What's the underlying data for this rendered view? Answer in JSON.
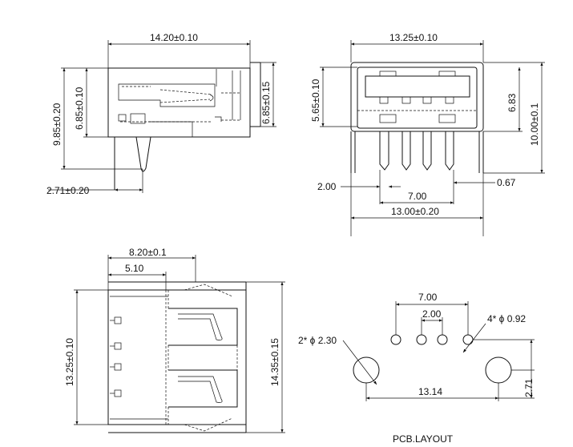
{
  "labels": {
    "side_width": "14.20±0.10",
    "side_total_height": "9.85±0.20",
    "side_body_height_left": "6.85±0.10",
    "side_body_height_right": "6.85±0.15",
    "side_pin_offset": "2.71±0.20",
    "front_width": "13.25±0.10",
    "front_inner_height": "5.65±0.10",
    "front_683": "6.83",
    "front_total_height": "10.00±0.1",
    "front_200": "2.00",
    "front_067": "0.67",
    "front_700": "7.00",
    "front_1300": "13.00±0.20",
    "top_820": "8.20±0.1",
    "top_510": "5.10",
    "top_height_left": "13.25±0.10",
    "top_height_right": "14.35±0.15",
    "pcb_700": "7.00",
    "pcb_200": "2.00",
    "pcb_small_holes": "4* ϕ 0.92",
    "pcb_large_holes": "2* ϕ 2.30",
    "pcb_1314": "13.14",
    "pcb_271": "2.71",
    "pcb_title": "PCB.LAYOUT"
  }
}
